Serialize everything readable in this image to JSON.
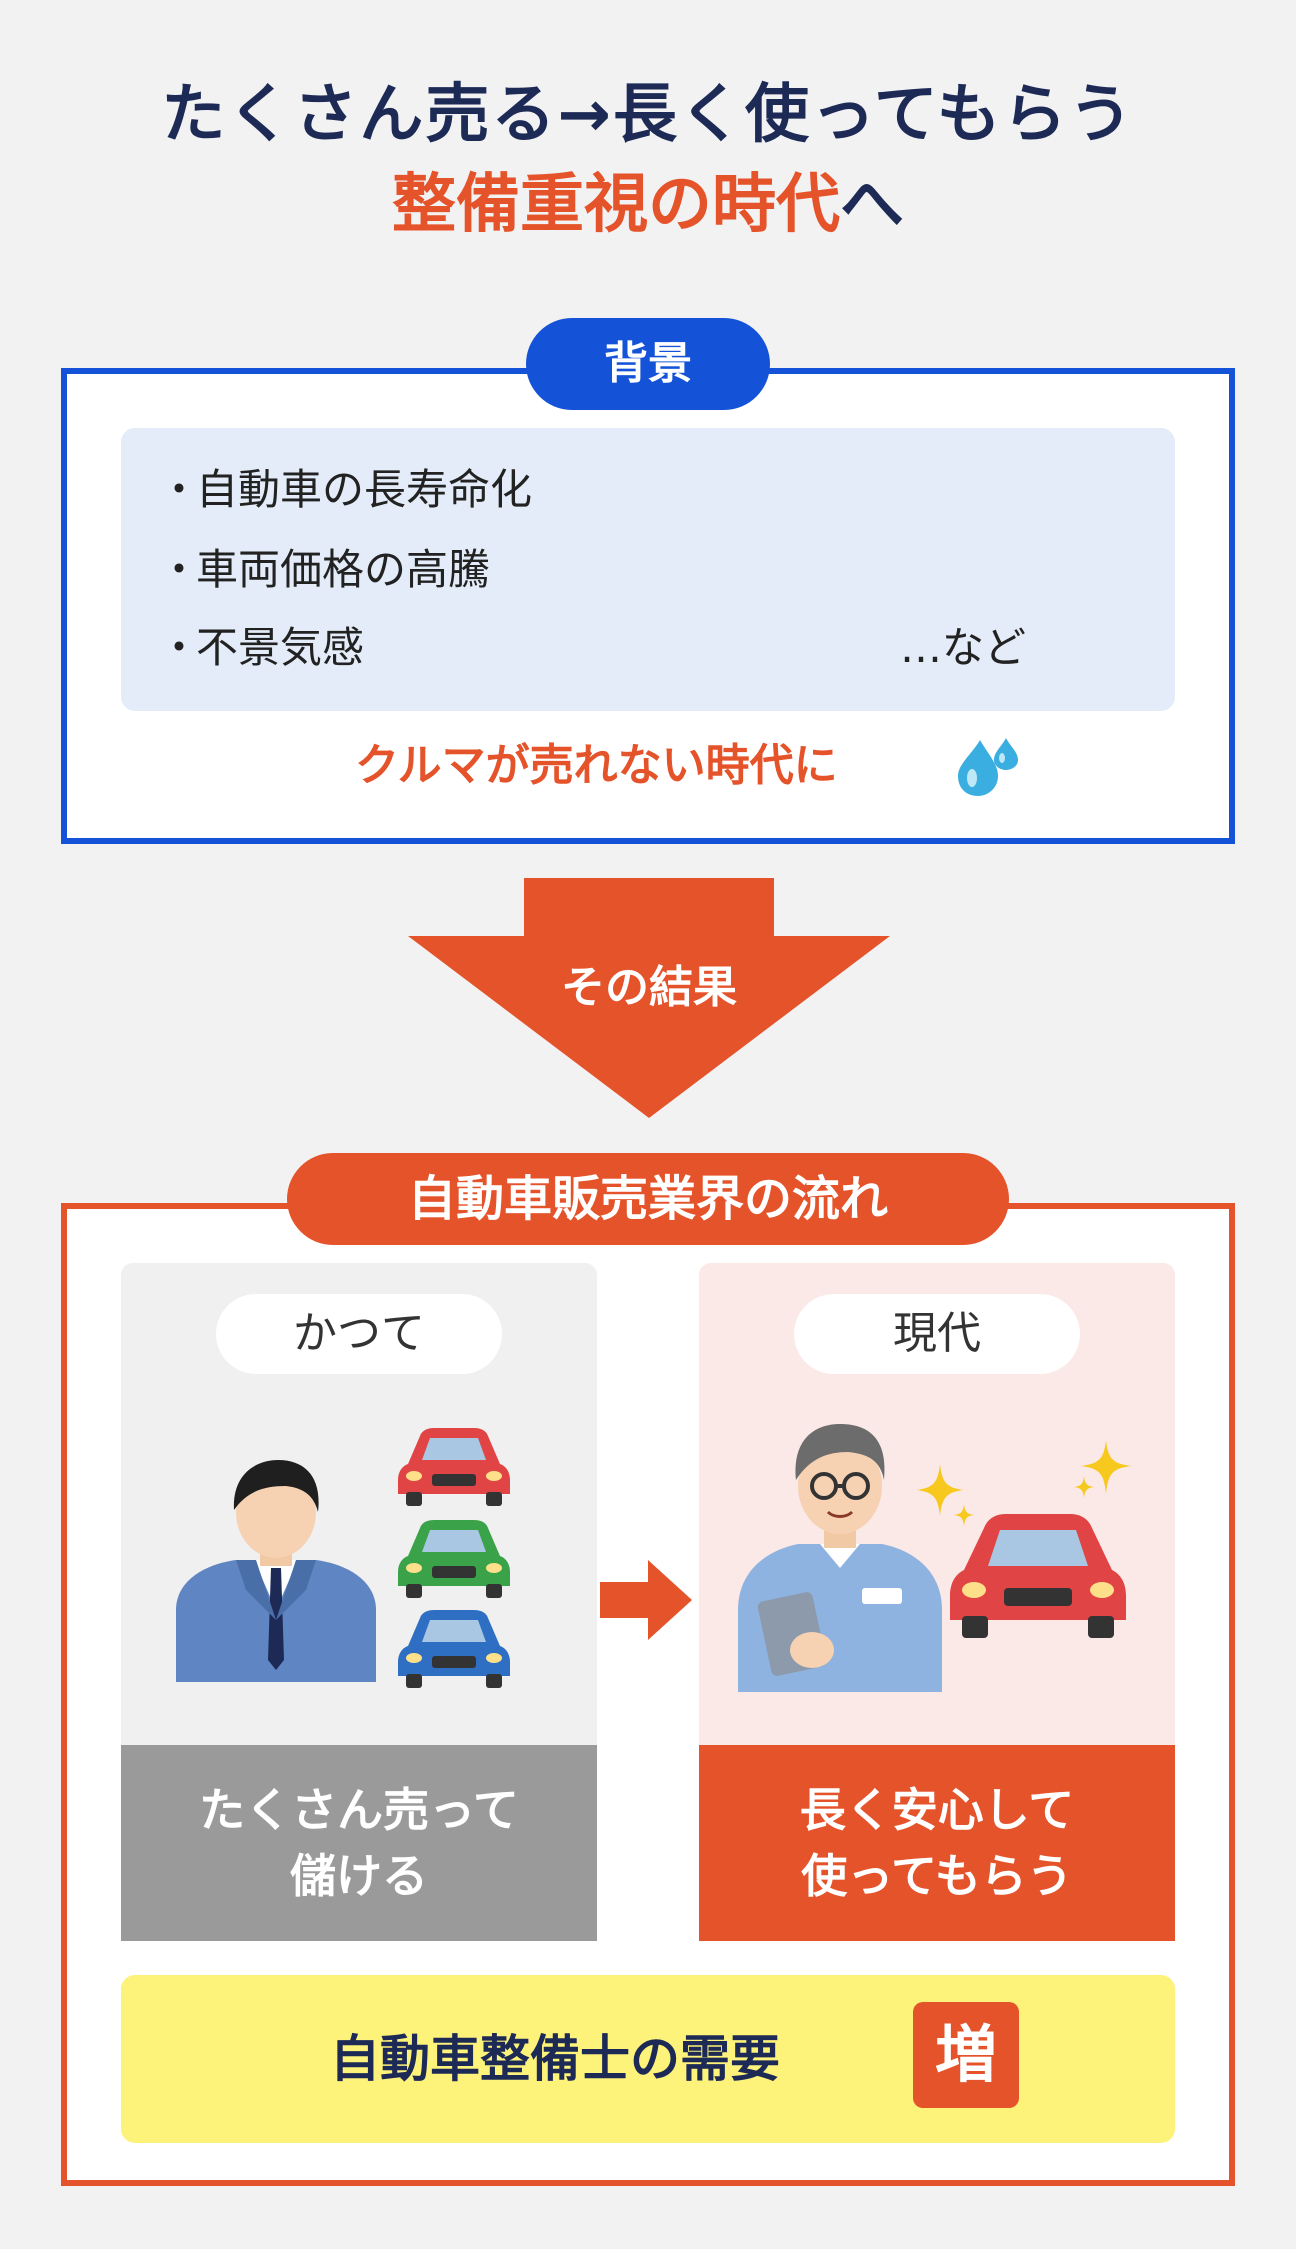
{
  "title": {
    "line1": "たくさん売る→長く使ってもらう",
    "line2_highlight": "整備重視の時代",
    "line2_suffix": "へ"
  },
  "background_section": {
    "label": "背景",
    "items": [
      "自動車の長寿命化",
      "車両価格の高騰",
      "不景気感"
    ],
    "etc": "…など",
    "conclusion": "クルマが売れない時代に"
  },
  "arrow": {
    "label": "その結果"
  },
  "industry_section": {
    "label": "自動車販売業界の流れ",
    "past": {
      "tag": "かつて",
      "caption_line1": "たくさん売って",
      "caption_line2": "儲ける"
    },
    "present": {
      "tag": "現代",
      "caption_line1": "長く安心して",
      "caption_line2": "使ってもらう"
    },
    "demand": {
      "text": "自動車整備士の需要",
      "badge": "増"
    }
  },
  "colors": {
    "navy": "#1c2a55",
    "blue": "#1452d8",
    "orange": "#e5532a",
    "yellow": "#fdf27a",
    "gray": "#9a9a9a"
  }
}
